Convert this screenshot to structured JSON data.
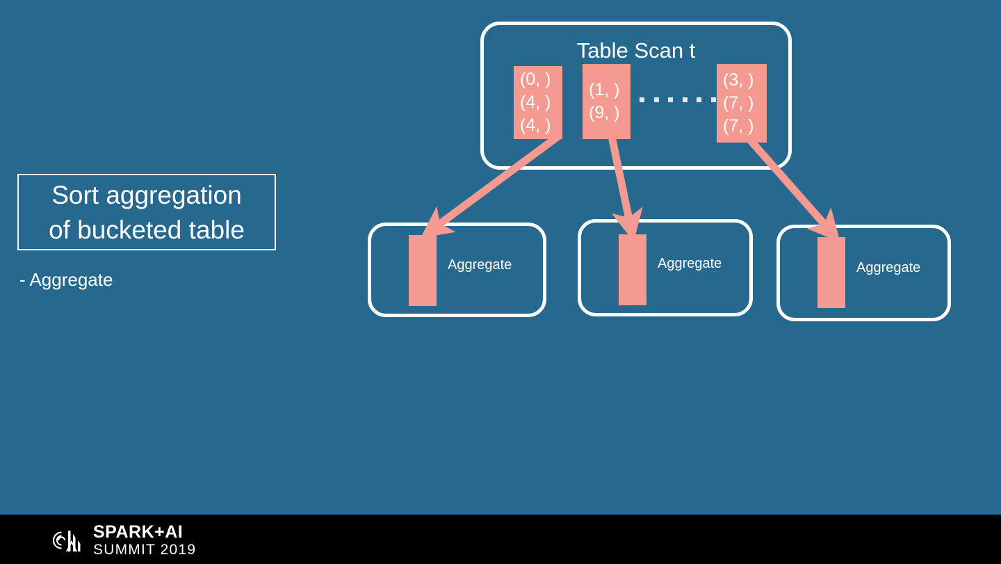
{
  "slide": {
    "background_color": "#27688F",
    "accent_color": "#F59A91",
    "outline_color": "#FFFFFF",
    "footer_color": "#000000"
  },
  "caption": {
    "title": "Sort aggregation\nof bucketed table",
    "bullet": "- Aggregate"
  },
  "table_scan": {
    "title": "Table Scan t",
    "ellipsis_dots": 6,
    "buckets": [
      {
        "id": "bucket-0",
        "rows": [
          "(0, )",
          "(4, )",
          "(4, )"
        ]
      },
      {
        "id": "bucket-1",
        "rows": [
          "(1, )",
          "(9, )"
        ]
      },
      {
        "id": "bucket-2",
        "rows": [
          "(3, )",
          "(7, )",
          "(7, )"
        ]
      }
    ]
  },
  "aggregates": [
    {
      "id": "agg-0",
      "label": "Aggregate"
    },
    {
      "id": "agg-1",
      "label": "Aggregate"
    },
    {
      "id": "agg-2",
      "label": "Aggregate"
    }
  ],
  "arrows": [
    {
      "from": "bucket-0",
      "to": "agg-0"
    },
    {
      "from": "bucket-1",
      "to": "agg-1"
    },
    {
      "from": "bucket-2",
      "to": "agg-2"
    }
  ],
  "footer": {
    "logo_line1": "SPARK+AI",
    "logo_line2": "SUMMIT 2019"
  }
}
